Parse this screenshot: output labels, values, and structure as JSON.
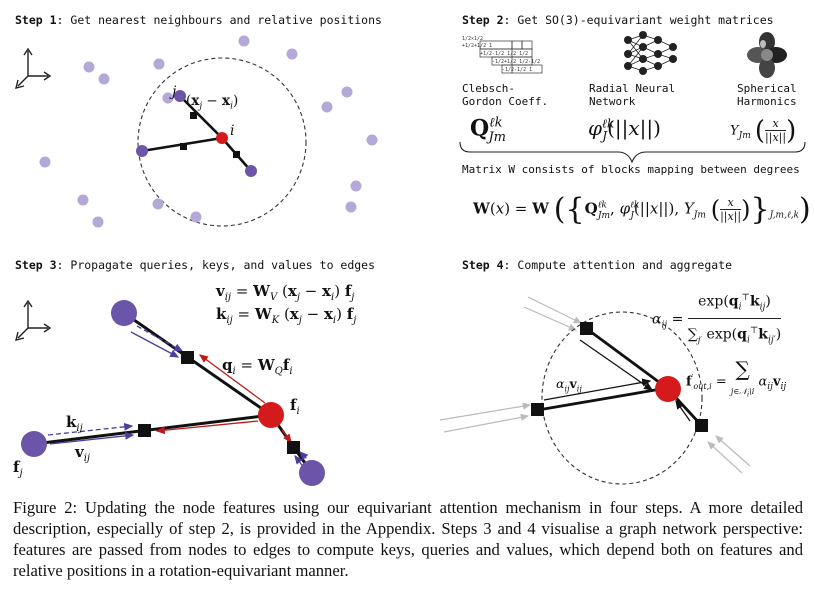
{
  "step1": {
    "num": "Step 1",
    "title": ": Get nearest neighbours and relative positions",
    "label_j": "j",
    "label_i": "i",
    "rel_pos": "(xj − xi)"
  },
  "step2": {
    "num": "Step 2",
    "title": ": Get SO(3)-equivariant weight matrices",
    "cg_label": "Clebsch-\nGordon Coeff.",
    "rnn_label": "Radial Neural\nNetwork",
    "sh_label": "Spherical\nHarmonics",
    "cg_table_rows": [
      "1/2×1/2",
      "1/2 +1/2 1 0",
      "+1/2-1/2 1/2 1/2",
      "-1/2+1/2 1/2-1/2",
      "-1/2-1/2 1"
    ],
    "matrix_text": "Matrix W consists of blocks mapping between degrees"
  },
  "step3": {
    "num": "Step 3",
    "title": ": Propagate queries, keys, and values to edges",
    "eq_v": "vij = WV (xj − xi) fj",
    "eq_k": "kij = WK (xj − xi) fj",
    "eq_q": "qi = WQ fi",
    "label_fi": "fi",
    "label_fj": "fj",
    "label_kij": "kij",
    "label_vij": "vij"
  },
  "step4": {
    "num": "Step 4",
    "title": ": Compute attention and aggregate",
    "label_avij": "αijvij"
  },
  "caption": "Figure 2: Updating the node features using our equivariant attention mechanism in four steps. A more detailed description, especially of step 2, is provided in the Appendix. Steps 3 and 4 visualise a graph network perspective: features are passed from nodes to edges to compute keys, queries and values, which depend both on features and relative positions in a rotation-equivariant manner.",
  "colors": {
    "purple_node": "#6b55a8",
    "light_node": "#b3a8d8",
    "red_node": "#d41a1a",
    "arrow_blue": "#4a3fa0",
    "arrow_red": "#c41818"
  }
}
